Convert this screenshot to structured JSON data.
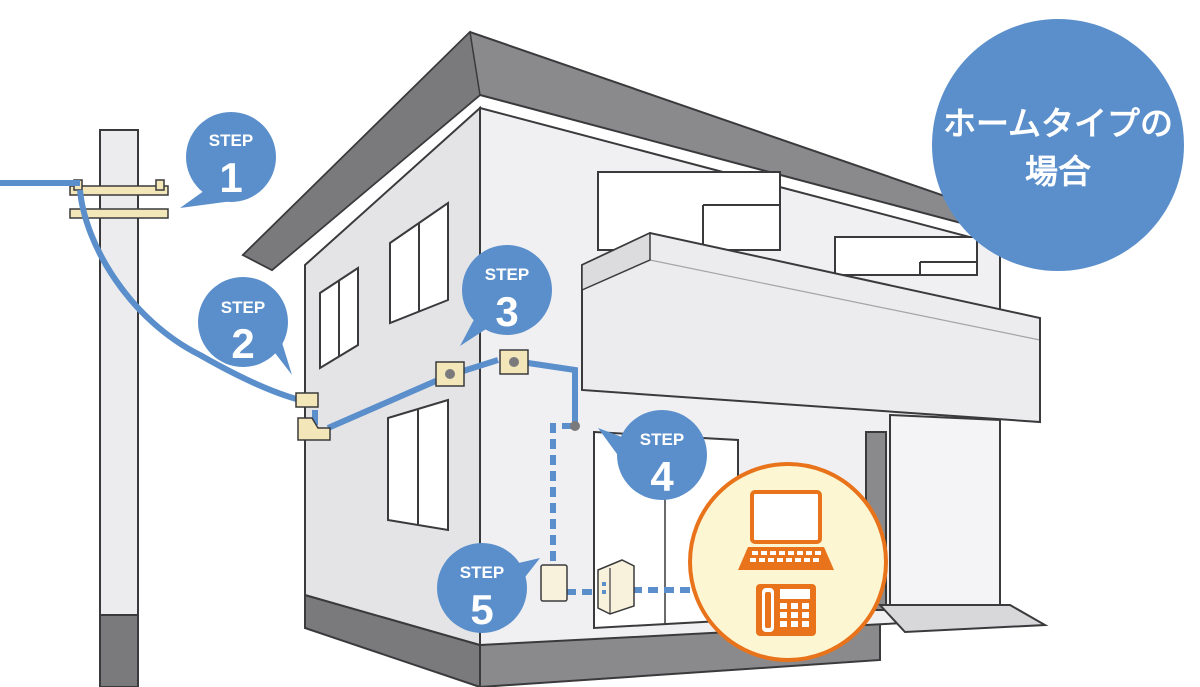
{
  "badge": {
    "line1": "ホームタイプの",
    "line2": "場合"
  },
  "steps": [
    {
      "label": "STEP",
      "number": "1"
    },
    {
      "label": "STEP",
      "number": "2"
    },
    {
      "label": "STEP",
      "number": "3"
    },
    {
      "label": "STEP",
      "number": "4"
    },
    {
      "label": "STEP",
      "number": "5"
    }
  ],
  "icons": {
    "computer": "laptop-icon",
    "phone": "telephone-icon"
  },
  "colors": {
    "cable_blue": "#5b8fcb",
    "bubble_blue": "#5b8fcb",
    "accent_orange": "#e8731a",
    "device_bg": "#fdf6d3",
    "wall": "#ececee",
    "roof": "#8a8a8c",
    "outline": "#3a3a3c"
  }
}
